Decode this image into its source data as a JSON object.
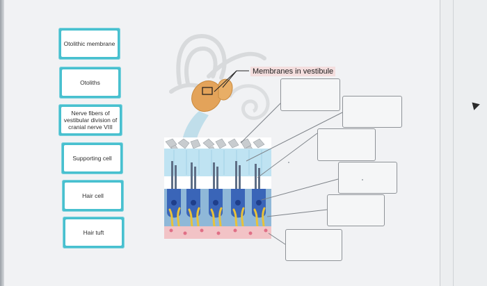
{
  "labels": [
    "Otolithic membrane",
    "Otoliths",
    "Nerve fibers of vestibular division of cranial nerve VIII",
    "Supporting cell",
    "Hair cell",
    "Hair tuft"
  ],
  "figure": {
    "title": "Membranes in vestibule"
  },
  "colors": {
    "card_border": "#48c0cf",
    "tag_background": "#f4dede"
  }
}
